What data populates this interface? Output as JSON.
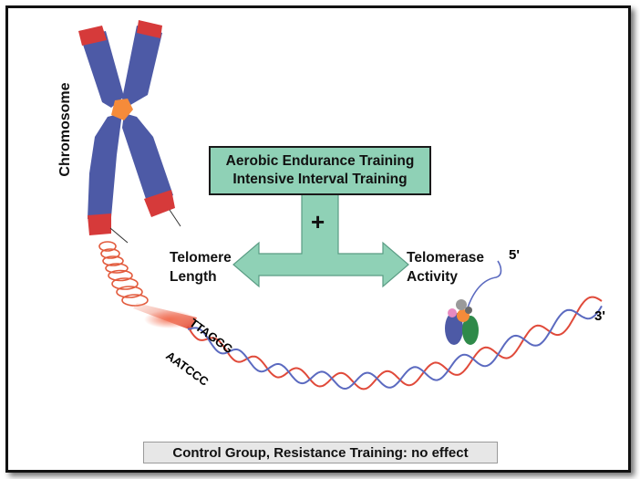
{
  "diagram": {
    "chromosome_label": "Chromosome",
    "training_box": {
      "line1": "Aerobic Endurance Training",
      "line2": "Intensive Interval Training"
    },
    "plus_sign": "+",
    "telomere_length": {
      "line1": "Telomere",
      "line2": "Length"
    },
    "telomerase_activity": {
      "line1": "Telomerase",
      "line2": "Activity"
    },
    "five_prime": "5'",
    "three_prime": "3'",
    "sequence_top": "TTAGGG",
    "sequence_bottom": "AATCCC",
    "footer": "Control Group, Resistance Training: no effect"
  },
  "colors": {
    "chromosome_body": "#4d5aa6",
    "telomere_cap": "#d63a3a",
    "centromere": "#f58b3a",
    "box_fill": "#8fd1b6",
    "arrow_fill": "#8fd1b6",
    "dna_red": "#e04a3a",
    "dna_blue": "#5b6ac0",
    "footer_fill": "#e7e7e7"
  },
  "icons": [
    "chromosome-icon",
    "dna-helix-icon",
    "telomerase-enzyme-icon",
    "t-arrow-icon"
  ]
}
